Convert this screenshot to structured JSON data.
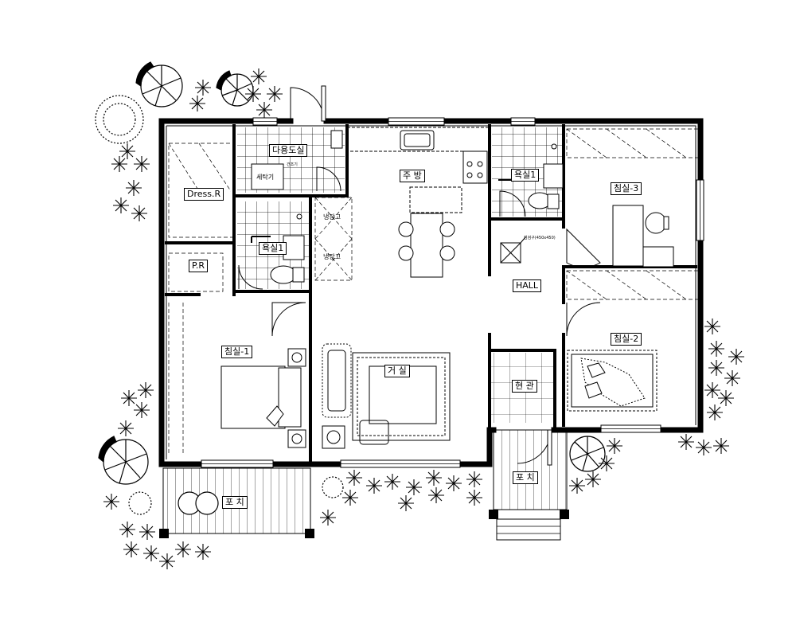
{
  "rooms": {
    "utility": "다용도실",
    "washer": "세탁기",
    "washer_note": "건조기",
    "dress_room": "Dress.R",
    "pantry_room": "P.R",
    "bath_a": "욕실1",
    "bath_b": "욕실1",
    "kitchen": "주 방",
    "fridge_1": "냉장고",
    "fridge_2": "냉장고",
    "vent": "점검구(450x450)",
    "hall": "HALL",
    "bedroom_1": "침실-1",
    "bedroom_2": "침실-2",
    "bedroom_3": "침실-3",
    "living": "거 실",
    "entrance": "현 관",
    "porch_left": "포 치",
    "porch_right": "포 치"
  },
  "colors": {
    "wall": "#000000",
    "tile_line": "#000000",
    "background": "#ffffff"
  }
}
